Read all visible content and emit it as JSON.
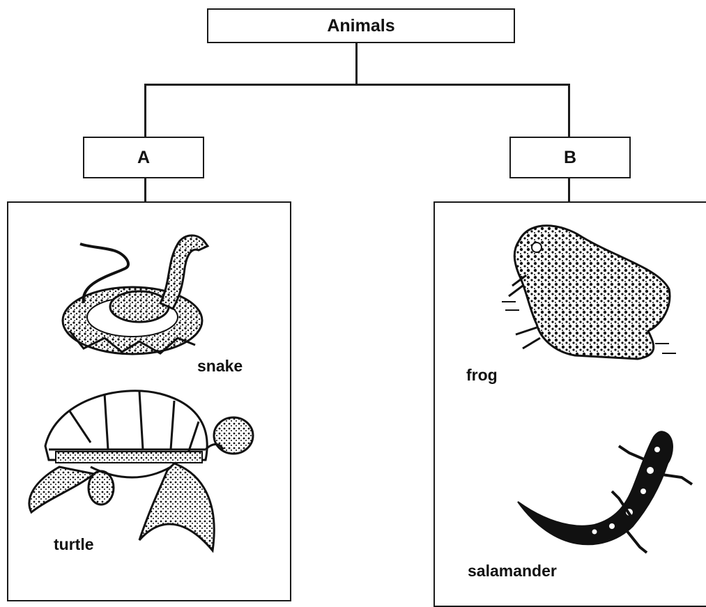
{
  "diagram": {
    "root": {
      "label": "Animals"
    },
    "groups": [
      {
        "label": "A",
        "animals": [
          "snake",
          "turtle"
        ]
      },
      {
        "label": "B",
        "animals": [
          "frog",
          "salamander"
        ]
      }
    ]
  },
  "colors": {
    "ink": "#1a1a1a",
    "background": "#ffffff"
  }
}
